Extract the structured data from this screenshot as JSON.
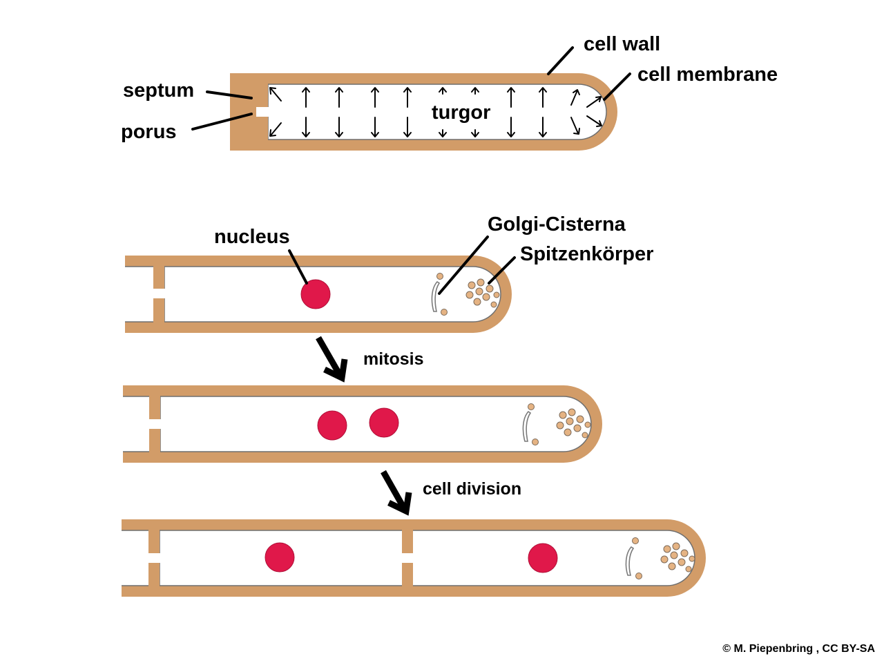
{
  "labels": {
    "cell_wall": "cell wall",
    "cell_membrane": "cell membrane",
    "septum": "septum",
    "porus": "porus",
    "turgor": "turgor",
    "nucleus": "nucleus",
    "golgi": "Golgi-Cisterna",
    "spitzenkoerper": "Spitzenkörper",
    "mitosis": "mitosis",
    "cell_division": "cell division"
  },
  "copyright": "© M. Piepenbring , CC BY-SA",
  "colors": {
    "wall": "#d29c68",
    "nucleus": "#e0184a",
    "vesicle": "#e5b383"
  }
}
